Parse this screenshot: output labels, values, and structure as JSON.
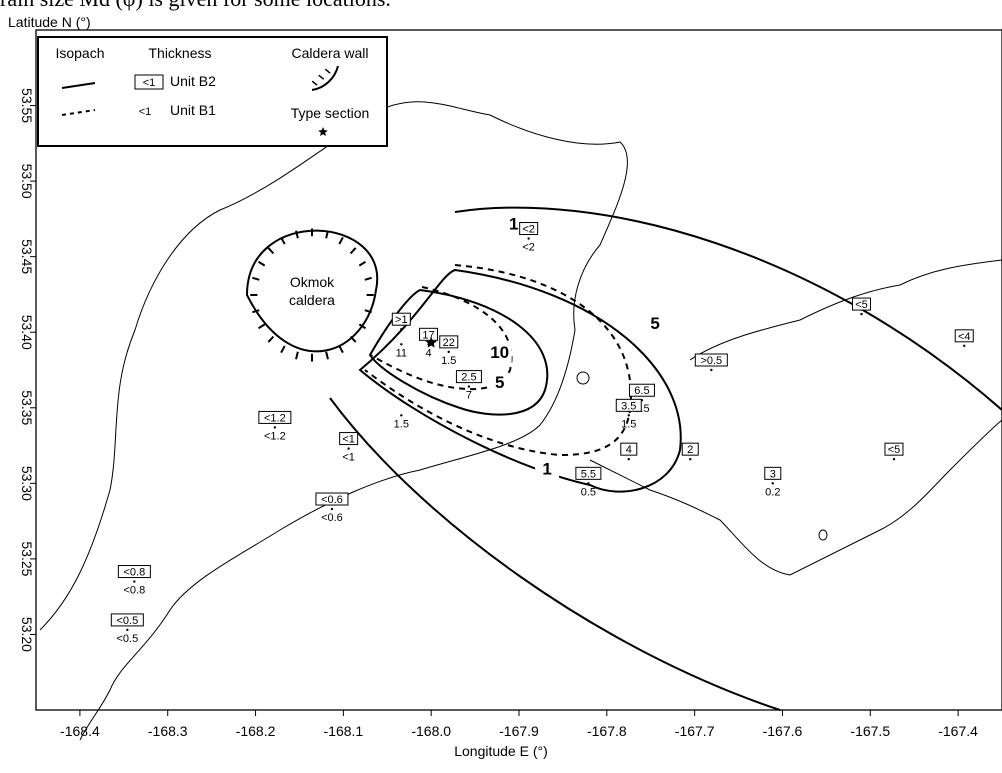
{
  "caption": "rain size Md (φ) is given for some locations.",
  "axes": {
    "xlabel": "Longitude E (°)",
    "ylabel": "Latitude N (°)",
    "xlim": [
      -168.45,
      -167.35
    ],
    "ylim": [
      53.15,
      53.6
    ],
    "xticks": [
      "-168.4",
      "-168.3",
      "-168.2",
      "-168.1",
      "-168.0",
      "-167.9",
      "-167.8",
      "-167.7",
      "-167.6",
      "-167.5",
      "-167.4"
    ],
    "xtick_values": [
      -168.4,
      -168.3,
      -168.2,
      -168.1,
      -168.0,
      -167.9,
      -167.8,
      -167.7,
      -167.6,
      -167.5,
      -167.4
    ],
    "yticks": [
      "53.20",
      "53.25",
      "53.30",
      "53.35",
      "53.40",
      "53.45",
      "53.50",
      "53.55"
    ],
    "ytick_values": [
      53.2,
      53.25,
      53.3,
      53.35,
      53.4,
      53.45,
      53.5,
      53.55
    ]
  },
  "legend": {
    "isopach_title": "Isopach",
    "thickness_title": "Thickness",
    "caldera_wall_title": "Caldera wall",
    "type_section_title": "Type section",
    "unit_b2": "Unit B2",
    "unit_b1": "Unit B1",
    "sample_boxed": "<1",
    "sample_plain": "<1"
  },
  "caldera": {
    "name_line1": "Okmok",
    "name_line2": "caldera"
  },
  "isopach_labels": [
    {
      "text": "1",
      "lon": -167.906,
      "lat": 53.468
    },
    {
      "text": "5",
      "lon": -167.745,
      "lat": 53.402
    },
    {
      "text": "10",
      "lon": -167.922,
      "lat": 53.383
    },
    {
      "text": "5",
      "lon": -167.922,
      "lat": 53.363
    },
    {
      "text": "1",
      "lon": -167.868,
      "lat": 53.306
    }
  ],
  "type_section": {
    "lon": -168.0,
    "lat": 53.393
  },
  "samples": [
    {
      "b2": "<2",
      "b1": "<2",
      "lon": -167.889,
      "lat": 53.462
    },
    {
      "b2": ">1",
      "b1": "",
      "lon": -168.034,
      "lat": 53.402
    },
    {
      "b2": "17",
      "b1": "4",
      "lon": -168.003,
      "lat": 53.392
    },
    {
      "b2": "",
      "b1": "11",
      "lon": -168.034,
      "lat": 53.392
    },
    {
      "b2": "22",
      "b1": "1.5",
      "lon": -167.98,
      "lat": 53.387
    },
    {
      "b2": "2.5",
      "b1": "7",
      "lon": -167.957,
      "lat": 53.364
    },
    {
      "b2": "",
      "b1": "1.5",
      "lon": -168.034,
      "lat": 53.345
    },
    {
      "b2": "<1.2",
      "b1": "<1.2",
      "lon": -168.178,
      "lat": 53.337
    },
    {
      "b2": "<1",
      "b1": "<1",
      "lon": -168.094,
      "lat": 53.323
    },
    {
      "b2": "<0.6",
      "b1": "<0.6",
      "lon": -168.113,
      "lat": 53.283
    },
    {
      "b2": "<0.8",
      "b1": "<0.8",
      "lon": -168.338,
      "lat": 53.235
    },
    {
      "b2": "<0.5",
      "b1": "<0.5",
      "lon": -168.346,
      "lat": 53.203
    },
    {
      "b2": "6.5",
      "b1": "0.5",
      "lon": -167.76,
      "lat": 53.355
    },
    {
      "b2": "3.5",
      "b1": "1.5",
      "lon": -167.775,
      "lat": 53.345
    },
    {
      "b2": "4",
      "b1": "",
      "lon": -167.775,
      "lat": 53.316
    },
    {
      "b2": "5.5",
      "b1": "0.5",
      "lon": -167.821,
      "lat": 53.3
    },
    {
      "b2": "2",
      "b1": "",
      "lon": -167.705,
      "lat": 53.316
    },
    {
      "b2": ">0.5",
      "b1": "",
      "lon": -167.681,
      "lat": 53.375
    },
    {
      "b2": "3",
      "b1": "0.2",
      "lon": -167.611,
      "lat": 53.3
    },
    {
      "b2": "<5",
      "b1": "",
      "lon": -167.473,
      "lat": 53.316
    },
    {
      "b2": "<5",
      "b1": "",
      "lon": -167.51,
      "lat": 53.412
    },
    {
      "b2": "<4",
      "b1": "",
      "lon": -167.393,
      "lat": 53.391
    }
  ]
}
